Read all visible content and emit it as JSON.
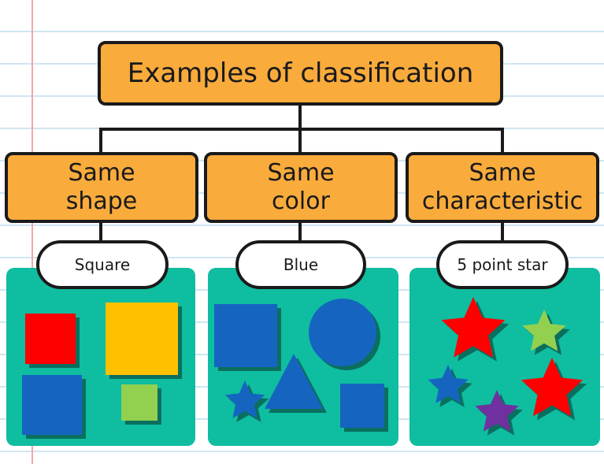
{
  "title": "Examples of classification",
  "categories": [
    {
      "line1": "Same",
      "line2": "shape",
      "example": "Square"
    },
    {
      "line1": "Same",
      "line2": "color",
      "example": "Blue"
    },
    {
      "line1": "Same",
      "line2": "characteristic",
      "example": "5 point star"
    }
  ],
  "colors": {
    "box_fill": "#f9ab3c",
    "panel_fill": "#0fbda0",
    "red": "#ff0000",
    "yellow": "#ffc000",
    "blue": "#1565c0",
    "green": "#92d050",
    "purple": "#7030a0"
  }
}
